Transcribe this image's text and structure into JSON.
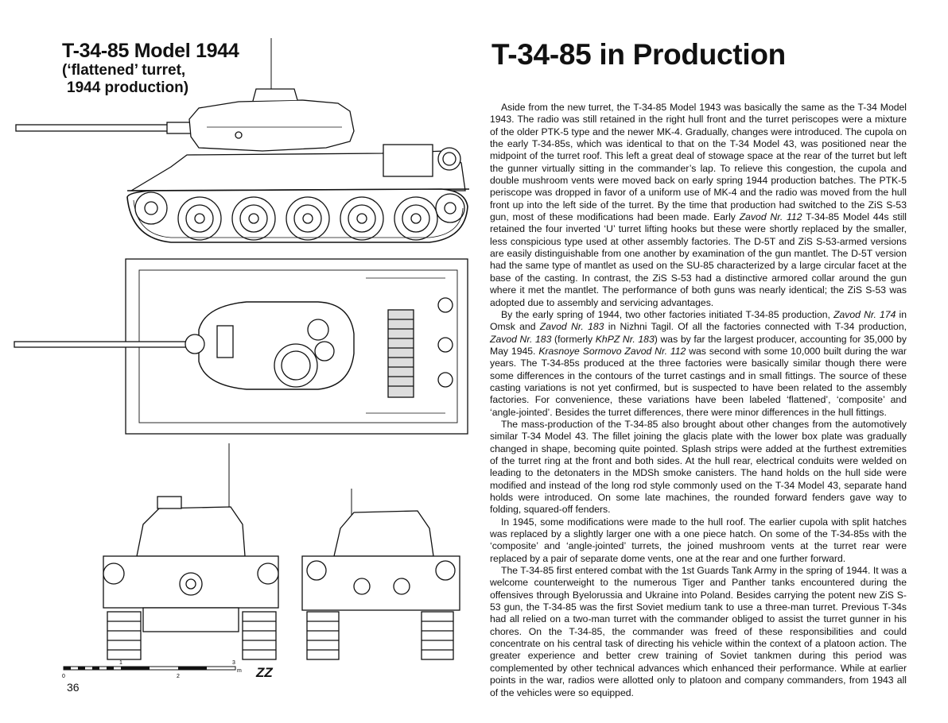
{
  "drawing_title": {
    "line1": "T-34-85 Model 1944",
    "line2": "(‘flattened’ turret,",
    "line3": "1944 production)"
  },
  "article": {
    "title": "T-34-85 in Production",
    "paragraphs": [
      [
        {
          "t": "Aside from the new turret, the T-34-85 Model 1943 was basically the same as the T-34 Model 1943. The radio was still retained in the right hull front and the turret periscopes were a mixture of the older PTK-5 type and the newer MK-4. Gradually, changes were introduced. The cupola on the early T-34-85s, which was identical to that on the T-34 Model 43, was positioned near the midpoint of the turret roof. This left a great deal of stowage space at the rear of the turret but left the gunner virtually sitting in the commander’s lap. To relieve this congestion, the cupola and double mushroom vents were moved back on early spring 1944 production batches. The PTK-5 periscope was dropped in favor of a uniform use of MK-4 and the radio was moved from the hull front up into the left side of the turret. By the time that production had switched to the ZiS S-53 gun, most of these modifications had been made. Early "
        },
        {
          "t": "Zavod Nr. 112",
          "i": true
        },
        {
          "t": " T-34-85 Model 44s still retained the four inverted ‘U’ turret lifting hooks but these were shortly replaced by the smaller, less conspicious type used at other assembly factories. The D-5T and ZiS S-53-armed versions are easily distinguishable from one another by examination of the gun mantlet. The D-5T version had the same type of mantlet as used on the SU-85 characterized by a large circular facet at the base of the casting. In contrast, the ZiS S-53 had a distinctive armored collar around the gun where it met the mantlet. The performance of both guns was nearly identical; the ZiS S-53 was adopted due to assembly and servicing advantages."
        }
      ],
      [
        {
          "t": "By the early spring of 1944, two other factories initiated T-34-85 production, "
        },
        {
          "t": "Zavod Nr. 174",
          "i": true
        },
        {
          "t": " in Omsk and "
        },
        {
          "t": "Zavod Nr. 183",
          "i": true
        },
        {
          "t": " in Nizhni Tagil. Of all the factories connected with T-34 production, "
        },
        {
          "t": "Zavod Nr. 183",
          "i": true
        },
        {
          "t": " (formerly "
        },
        {
          "t": "KhPZ Nr. 183",
          "i": true
        },
        {
          "t": ") was by far the largest producer, accounting for 35,000 by May 1945. "
        },
        {
          "t": "Krasnoye Sormovo Zavod Nr. 112",
          "i": true
        },
        {
          "t": " was second with some 10,000 built during the war years. The T-34-85s produced at the three factories were basically similar though there were some differences in the contours of the turret castings and in small fittings. The source of these casting variations is not yet confirmed, but is suspected to have been related to the assembly factories. For convenience, these variations have been labeled ‘flattened’, ‘composite’ and ‘angle-jointed’. Besides the turret differences, there were minor differences in the hull fittings."
        }
      ],
      [
        {
          "t": "The mass-production of the T-34-85 also brought about other changes from the automotively similar T-34 Model 43. The fillet joining the glacis plate with the lower box plate was gradually changed in shape, becoming quite pointed. Splash strips were added at the furthest extremities of the turret ring at the front and both sides. At the hull rear, electrical conduits were welded on leading to the detonaters in the MDSh smoke canisters. The hand holds on the hull side were modified and instead of the long rod style commonly used on the T-34 Model 43, separate hand holds were introduced. On some late machines, the rounded forward fenders gave way to folding, squared-off fenders."
        }
      ],
      [
        {
          "t": "In 1945, some modifications were made to the hull roof. The earlier cupola with split hatches was replaced by a slightly larger one with a one piece hatch. On some of the T-34-85s with the ‘composite’ and ‘angle-jointed’ turrets, the joined mushroom vents at the turret rear were replaced by a pair of separate dome vents, one at the rear and one further forward."
        }
      ],
      [
        {
          "t": "The T-34-85 first entered combat with the 1st Guards Tank Army in the spring of 1944. It was a welcome counterweight to the numerous Tiger and Panther tanks encountered during the offensives through Byelorussia and Ukraine into Poland. Besides carrying the potent new ZiS S-53 gun, the T-34-85 was the first Soviet medium tank to use a three-man turret. Previous T-34s had all relied on a two-man turret with the commander obliged to assist the turret gunner in his chores. On the T-34-85, the commander was freed of these responsibilities and could concentrate on his central task of directing his vehicle within the context of a platoon action. The greater experience and better crew training of Soviet tankmen during this period was complemented by other technical advances which enhanced their performance. While at earlier points in the war, radios were allotted only to platoon and company commanders, from 1943 all of the vehicles were so equipped."
        }
      ]
    ]
  },
  "scale_bar": {
    "labels": [
      "0",
      "1",
      "2",
      "3"
    ],
    "unit": "m"
  },
  "artist_mark": "ZZ",
  "page_number": "36"
}
